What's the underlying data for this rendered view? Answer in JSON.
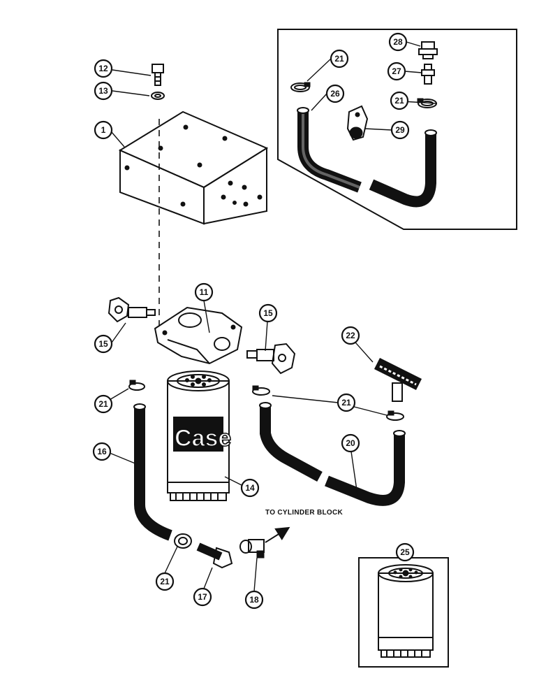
{
  "callouts": {
    "c1": "1",
    "c11": "11",
    "c12": "12",
    "c13": "13",
    "c14": "14",
    "c15a": "15",
    "c15b": "15",
    "c16": "16",
    "c17": "17",
    "c18": "18",
    "c20": "20",
    "c21a": "21",
    "c21b": "21",
    "c21c": "21",
    "c21d": "21",
    "c21e": "21",
    "c22": "22",
    "c25": "25",
    "c26": "26",
    "c27": "27",
    "c28": "28",
    "c29": "29"
  },
  "labels": {
    "to_cylinder_block": "TO CYLINDER BLOCK",
    "filter_brand": "Case"
  },
  "colors": {
    "ink": "#111111",
    "paper": "#ffffff"
  }
}
